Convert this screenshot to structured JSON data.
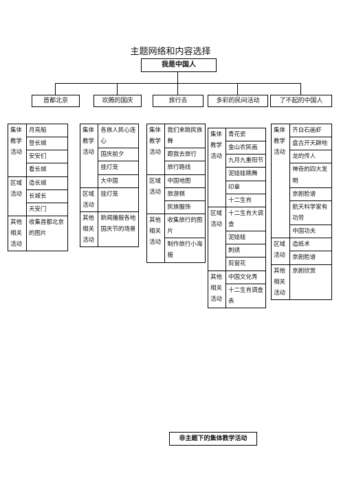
{
  "title": "主题网络和内容选择",
  "root": "我是中国人",
  "footer": "非主题下的集体教学活动",
  "columns": [
    {
      "topic": "首都北京",
      "groups": [
        {
          "label": "集体教学活动",
          "items": [
            "月亮船",
            "登长城",
            "安安们",
            "看长城"
          ]
        },
        {
          "label": "区域活动",
          "items": [
            "造长城",
            "长城长",
            "天安门"
          ]
        },
        {
          "label": "其他相关活动",
          "items": [
            "收集首都北京的图片"
          ]
        }
      ]
    },
    {
      "topic": "欢腾的国庆",
      "groups": [
        {
          "label": "集体教学活动",
          "items": [
            "各族人民心连心",
            "国庆前夕",
            "挂灯笼",
            "大中国"
          ]
        },
        {
          "label": "区域活动",
          "items": [
            "挂灯笼"
          ]
        },
        {
          "label": "其他相关活动",
          "items": [
            "新闻播报各地国庆节的场景"
          ]
        }
      ]
    },
    {
      "topic": "旅行去",
      "groups": [
        {
          "label": "集体教学活动",
          "items": [
            "我们来跳民族舞",
            "跟我去旅行",
            "旅行路线"
          ]
        },
        {
          "label": "区域活动",
          "items": [
            "中国地图",
            "旅游棋",
            "民族服饰"
          ]
        },
        {
          "label": "其他相关活动",
          "items": [
            "收集旅行的图片",
            "制作旅行小海报"
          ]
        }
      ]
    },
    {
      "topic": "多彩的民间活动",
      "groups": [
        {
          "label": "集体教学活动",
          "items": [
            "青花瓷",
            "金山农民画",
            "九月九重阳节",
            "泥娃娃跳舞",
            "印章",
            "十二生肖"
          ]
        },
        {
          "label": "区域活动",
          "items": [
            "十二生肖大调查",
            "泥娃娃",
            "刺绣",
            "剪窗花"
          ]
        },
        {
          "label": "其他相关活动",
          "items": [
            "中国文化秀",
            "十二生肖调查表"
          ]
        }
      ]
    },
    {
      "topic": "了不起的中国人",
      "groups": [
        {
          "label": "集体教学活动",
          "items": [
            "齐白石画虾",
            "盘古开天辟地",
            "龙的传人",
            "神奇的四大发明",
            "京剧脸谱",
            "航天科学家有功劳",
            "中国功夫"
          ]
        },
        {
          "label": "区域活动",
          "items": [
            "造纸术",
            "京剧脸谱"
          ]
        },
        {
          "label": "其他相关活动",
          "items": [
            "京剧欣赏"
          ]
        }
      ]
    }
  ]
}
